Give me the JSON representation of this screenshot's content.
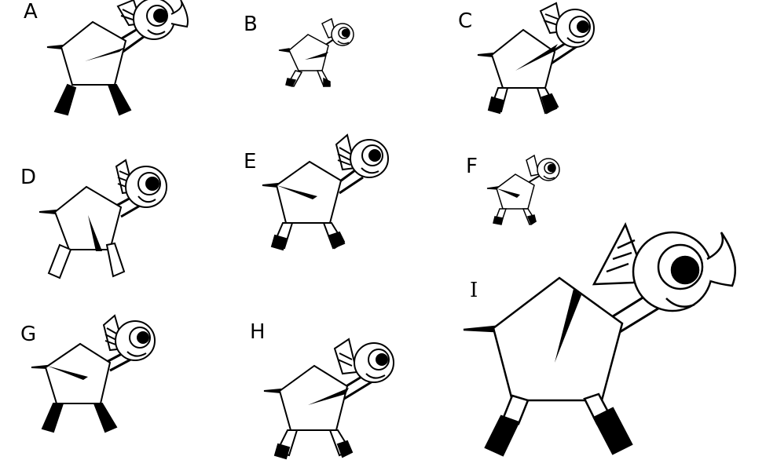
{
  "figures": [
    {
      "id": "A",
      "label": "A",
      "legs": "black",
      "head_horn": true,
      "stripe": "front"
    },
    {
      "id": "B",
      "label": "B",
      "legs": "black-tipped",
      "head_horn": false,
      "stripe": "front"
    },
    {
      "id": "C",
      "label": "C",
      "legs": "black-tipped",
      "head_horn": false,
      "stripe": "front"
    },
    {
      "id": "D",
      "label": "D",
      "legs": "white",
      "head_horn": false,
      "stripe": "vertical"
    },
    {
      "id": "E",
      "label": "E",
      "legs": "black-tipped",
      "head_horn": false,
      "stripe": "back"
    },
    {
      "id": "F",
      "label": "F",
      "legs": "black-tipped",
      "head_horn": false,
      "stripe": "back"
    },
    {
      "id": "G",
      "label": "G",
      "legs": "black",
      "head_horn": false,
      "stripe": "back"
    },
    {
      "id": "H",
      "label": "H",
      "legs": "black-tipped",
      "head_horn": false,
      "stripe": "front"
    },
    {
      "id": "I",
      "label": "I",
      "legs": "black-tipped",
      "head_horn": true,
      "stripe": "vertical"
    }
  ],
  "colors": {
    "ink": "#000000",
    "paper": "#ffffff"
  }
}
